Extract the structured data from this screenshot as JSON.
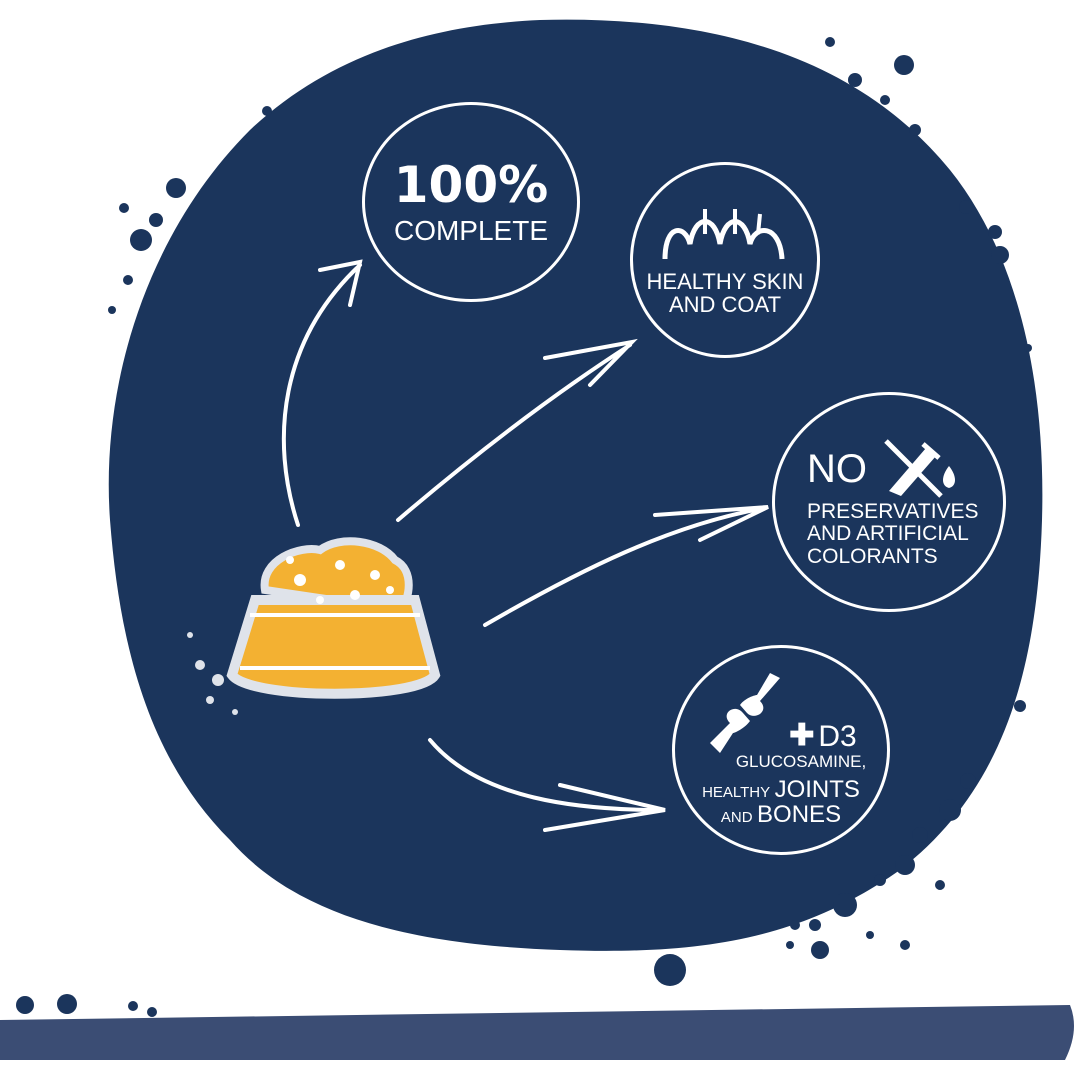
{
  "colors": {
    "blob": "#1b355c",
    "stripe": "#3b4d74",
    "bowl": "#f3b132",
    "line": "#ffffff"
  },
  "badges": {
    "complete": {
      "big": "100%",
      "label": "COMPLETE"
    },
    "skin": {
      "icon": "hair-follicle-icon",
      "line1": "HEALTHY SKIN",
      "line2": "AND COAT"
    },
    "preservatives": {
      "icon": "crossed-test-tube-icon",
      "no": "NO",
      "line1": "PRESERVATIVES",
      "line2": "AND ARTIFICIAL",
      "line3": "COLORANTS"
    },
    "joints": {
      "icon": "bone-joint-icon",
      "plus_icon": "plus-icon",
      "d3": "D3",
      "line1": "GLUCOSAMINE,",
      "healthy": "HEALTHY",
      "joints": "JOINTS",
      "and": "AND",
      "bones": "BONES"
    }
  }
}
